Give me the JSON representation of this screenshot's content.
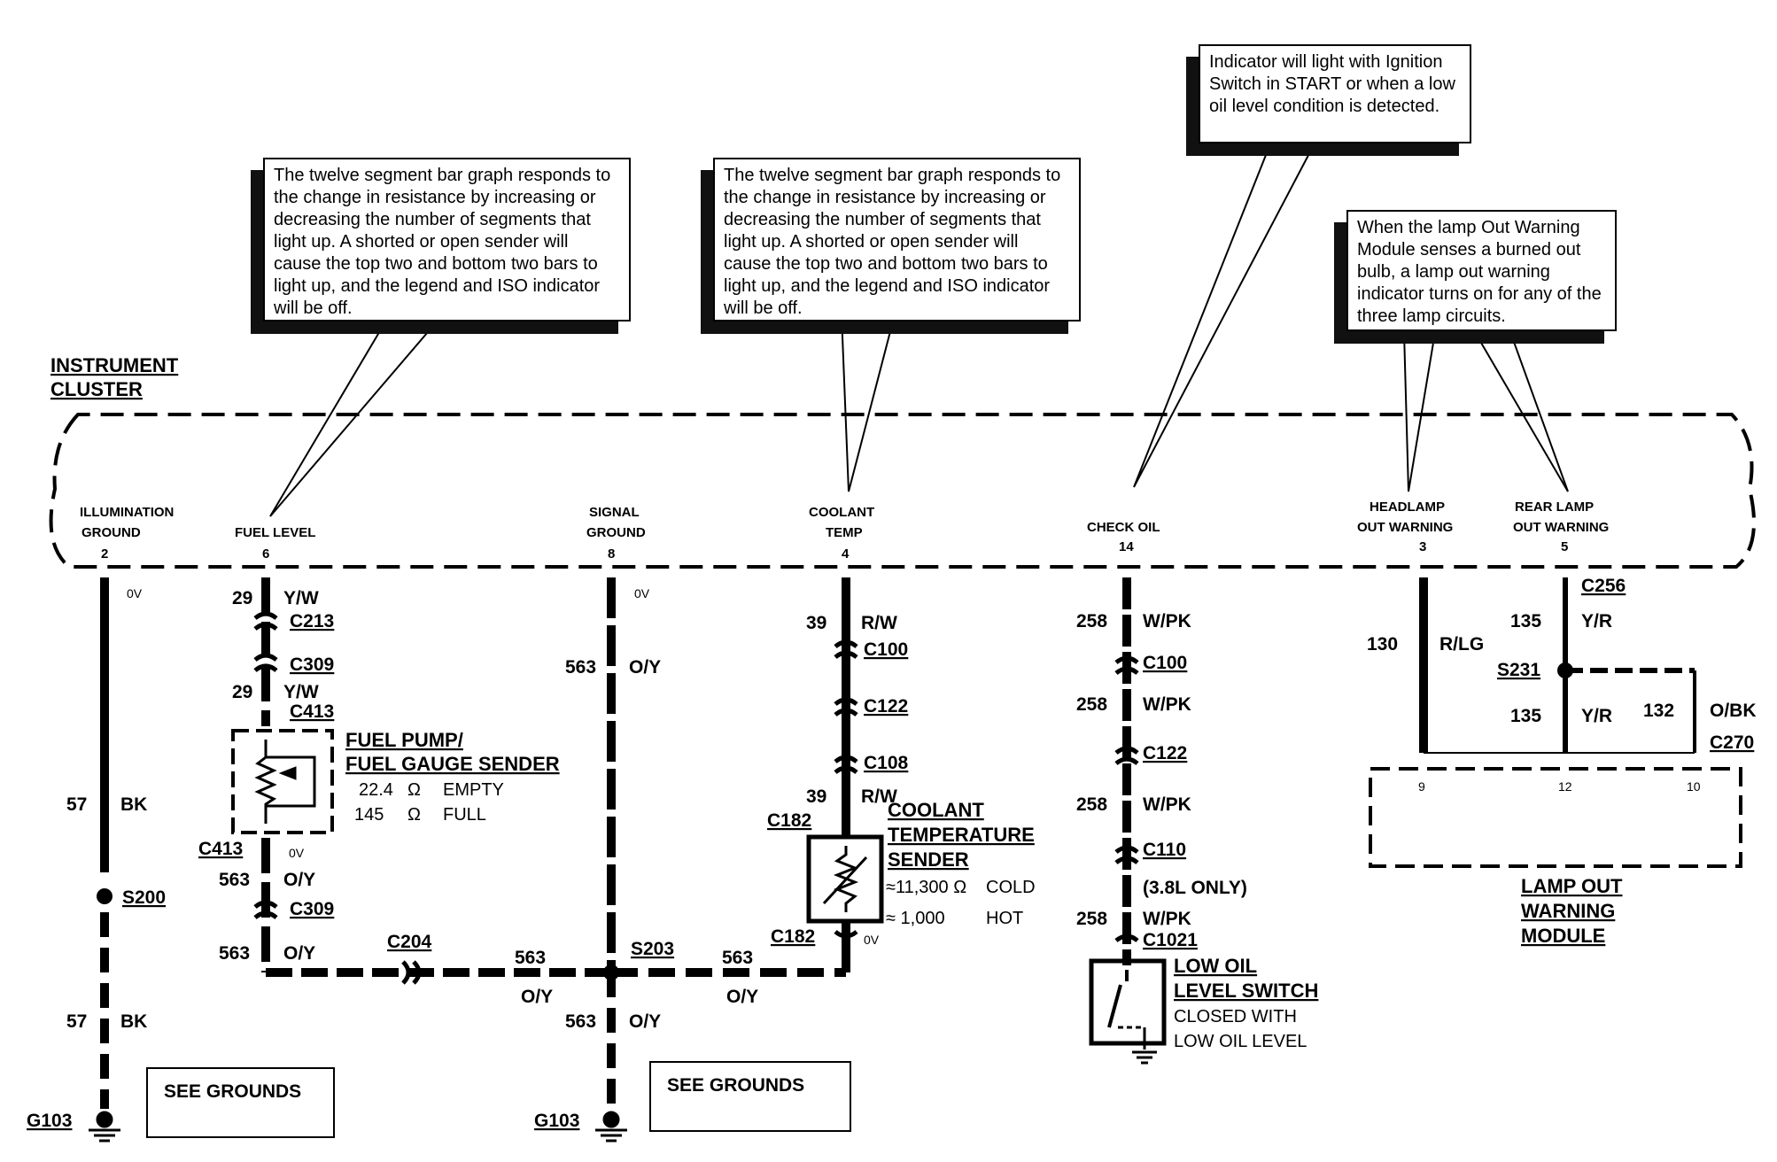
{
  "cluster": {
    "title_line1": "INSTRUMENT",
    "title_line2": "CLUSTER"
  },
  "callouts": {
    "fuel": "The twelve segment bar graph responds to the change in resistance by increasing or decreasing the number of segments that light up.  A shorted or open sender will cause the top two and bottom two bars to light up, and the legend and ISO indicator will be off.",
    "coolant": "The twelve segment bar graph responds to the change in resistance by increasing or decreasing the number of segments that light up.  A shorted or open sender will cause the top two and bottom two bars to light up, and the legend and ISO indicator will be off.",
    "oil": "Indicator will light with Ignition Switch in START or when a low oil level condition is detected.",
    "lamp": "When the lamp Out Warning Module senses a burned out bulb, a lamp out warning indicator turns on for any of the three lamp circuits."
  },
  "pins": {
    "illum": {
      "l1": "ILLUMINATION",
      "l2": "GROUND",
      "num": "2"
    },
    "fuel": {
      "l1": "FUEL LEVEL",
      "num": "6"
    },
    "signal": {
      "l1": "SIGNAL",
      "l2": "GROUND",
      "num": "8"
    },
    "coolant": {
      "l1": "COOLANT",
      "l2": "TEMP",
      "num": "4"
    },
    "oil": {
      "l1": "CHECK OIL",
      "num": "14"
    },
    "headlamp": {
      "l1": "HEADLAMP",
      "l2": "OUT WARNING",
      "num": "3"
    },
    "rearlamp": {
      "l1": "REAR LAMP",
      "l2": "OUT WARNING",
      "num": "5"
    }
  },
  "wires": {
    "w57": "57",
    "bk": "BK",
    "w29": "29",
    "yw": "Y/W",
    "w563": "563",
    "oy": "O/Y",
    "w39": "39",
    "rw": "R/W",
    "w258": "258",
    "wpk": "W/PK",
    "w130": "130",
    "rlg": "R/LG",
    "w135": "135",
    "yr": "Y/R",
    "w132": "132",
    "obk": "O/BK",
    "ov": "0V"
  },
  "connectors": {
    "c213": "C213",
    "c309": "C309",
    "c413": "C413",
    "c204": "C204",
    "s200": "S200",
    "s203": "S203",
    "c100": "C100",
    "c122": "C122",
    "c108": "C108",
    "c182": "C182",
    "c110": "C110",
    "c1021": "C1021",
    "c256": "C256",
    "s231": "S231",
    "c270": "C270",
    "g103": "G103"
  },
  "components": {
    "fuel_sender": {
      "l1": "FUEL PUMP/",
      "l2": "FUEL GAUGE SENDER",
      "v1": "22.4",
      "u1": "Ω",
      "s1": "EMPTY",
      "v2": "145",
      "u2": "Ω",
      "s2": "FULL"
    },
    "coolant_sender": {
      "l1": "COOLANT",
      "l2": "TEMPERATURE",
      "l3": "SENDER",
      "v1": "≈11,300 Ω",
      "s1": "COLD",
      "v2": "≈ 1,000",
      "s2": "HOT"
    },
    "oil_switch": {
      "l1": "LOW OIL",
      "l2": "LEVEL SWITCH",
      "l3": "CLOSED WITH",
      "l4": "LOW OIL LEVEL"
    },
    "only38": "(3.8L ONLY)",
    "lamp_module": {
      "l1": "LAMP OUT",
      "l2": "WARNING",
      "l3": "MODULE",
      "p9": "9",
      "p12": "12",
      "p10": "10"
    }
  },
  "see_grounds": "SEE GROUNDS"
}
